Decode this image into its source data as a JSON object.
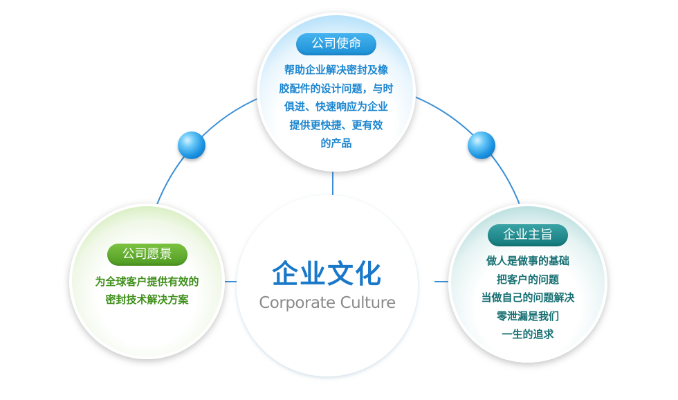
{
  "center": {
    "title": "企业文化",
    "subtitle": "Corporate Culture"
  },
  "mission": {
    "label": "公司使命",
    "lines": [
      "帮助企业解决密封及橡",
      "胶配件的设计问题，与时",
      "俱进、快速响应为企业",
      "提供更快捷、更有效",
      "的产品"
    ]
  },
  "vision": {
    "label": "公司愿景",
    "lines": [
      "为全球客户提供有效的",
      "密封技术解决方案"
    ]
  },
  "tenet": {
    "label": "企业主旨",
    "lines": [
      "做人是做事的基础",
      "把客户的问题",
      "当做自己的问题解决",
      "零泄漏是我们",
      "一生的追求"
    ]
  },
  "colors": {
    "mission": "#1d86d0",
    "vision": "#3f8f1b",
    "tenet": "#166f72",
    "connector": "#3a8fd6"
  }
}
